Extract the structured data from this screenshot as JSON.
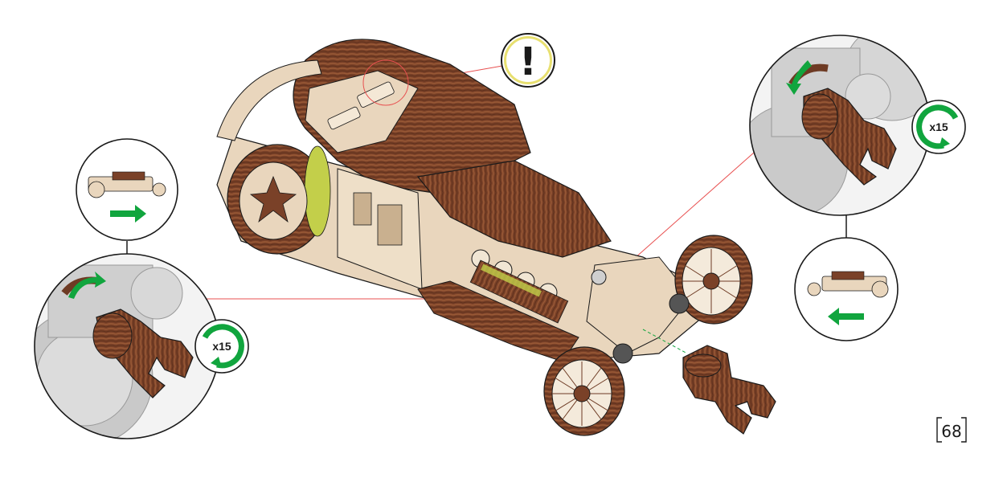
{
  "page": {
    "number": "68"
  },
  "warning": {
    "symbol": "!"
  },
  "callout_right": {
    "rotation_badge": "x15",
    "direction": "left"
  },
  "callout_left": {
    "rotation_badge": "x15",
    "direction": "right"
  },
  "colors": {
    "wood_dark": "#6e3b24",
    "wood_mid": "#8a4e2f",
    "wood_light": "#e9d6bd",
    "accent_green": "#11a53e",
    "callout_line": "#e85050",
    "outline": "#1a1a1a",
    "gray_part": "#bdbdbd",
    "warning_ring": "#e8e070"
  },
  "icons": [
    "warning-icon",
    "arrow-right-icon",
    "arrow-left-icon",
    "rotate-clockwise-icon",
    "rotate-counterclockwise-icon",
    "wrench-tool-icon"
  ]
}
